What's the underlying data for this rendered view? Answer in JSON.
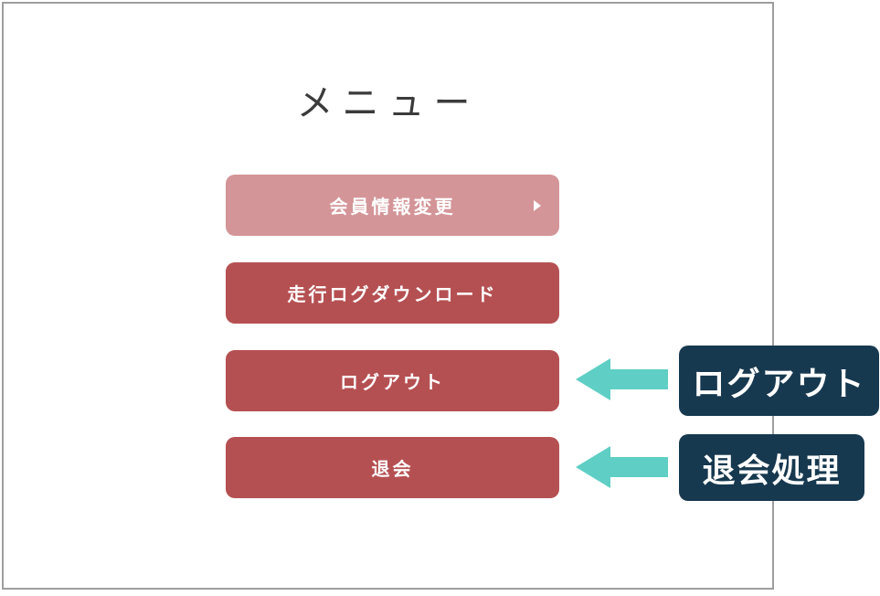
{
  "page": {
    "title": "メニュー"
  },
  "menu": {
    "buttons": [
      {
        "label": "会員情報変更",
        "variant": "pink",
        "has_chevron": true
      },
      {
        "label": "走行ログダウンロード",
        "variant": "red"
      },
      {
        "label": "ログアウト",
        "variant": "red"
      },
      {
        "label": "退会",
        "variant": "red"
      }
    ]
  },
  "annotations": [
    {
      "label": "ログアウト",
      "target": "ログアウト"
    },
    {
      "label": "退会処理",
      "target": "退会"
    }
  ],
  "colors": {
    "button_pink": "#d49598",
    "button_red": "#b55052",
    "label_navy": "#17394f",
    "arrow_teal": "#5fcfc5",
    "title_text": "#3b3b3b",
    "card_border": "#9e9e9e"
  }
}
